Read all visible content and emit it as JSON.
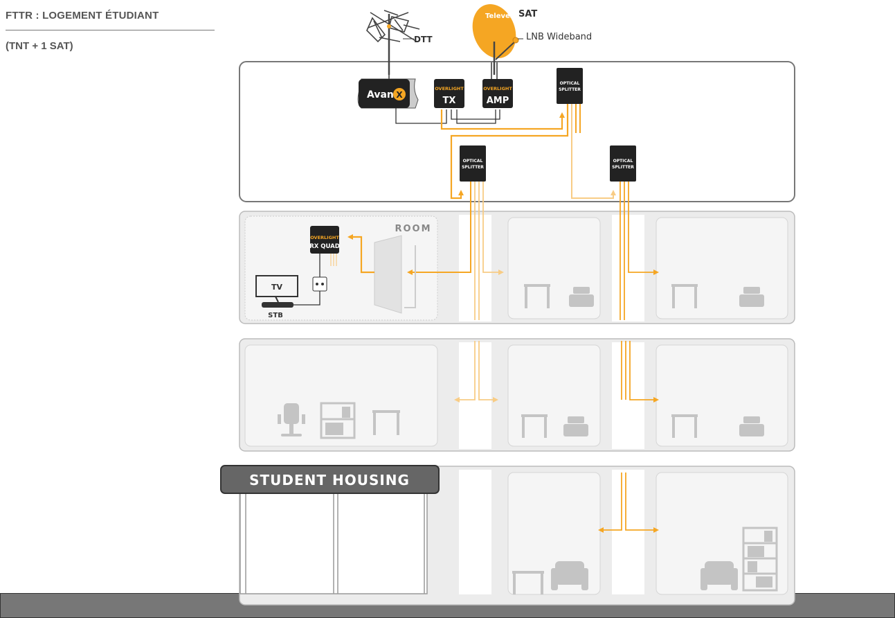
{
  "header": {
    "title_prefix": "FTTR : ",
    "title_main": "LOGEMENT ÉTUDIANT",
    "subtitle": "(TNT + 1 SAT)"
  },
  "antennas": {
    "dtt_label": "DTT",
    "sat_label": "SAT",
    "lnb_label": "LNB Wideband",
    "dish_brand": "Televes"
  },
  "headend": {
    "avantx_label": "Avant",
    "avantx_x": "X",
    "tx_brand": "OVERLIGHT",
    "tx_label": "TX",
    "amp_brand": "OVERLIGHT",
    "amp_label": "AMP",
    "splitter_line1": "OPTICAL",
    "splitter_line2": "SPLITTER"
  },
  "room": {
    "room_label": "ROOM",
    "rx_brand": "OVERLIGHT",
    "rx_label": "RX QUAD",
    "tv_label": "TV",
    "stb_label": "STB"
  },
  "building": {
    "sign_label": "STUDENT HOUSING"
  },
  "colors": {
    "fiber_main": "#f5a623",
    "fiber_light": "#f8cc85",
    "floor_bg": "#ececec",
    "room_bg": "#f5f5f5",
    "furniture": "#c4c4c4",
    "ground": "#777777",
    "sign_bg": "#666666"
  }
}
